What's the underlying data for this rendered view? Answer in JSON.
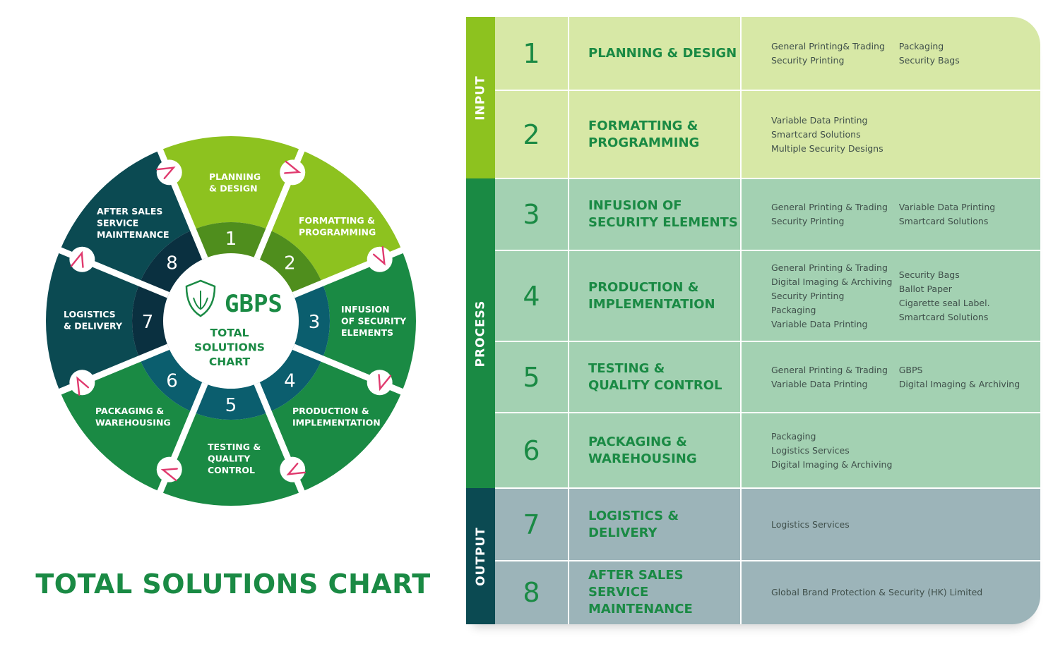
{
  "title": "TOTAL SOLUTIONS CHART",
  "wheel": {
    "logo": "GBPS",
    "center_lines": [
      "TOTAL",
      "SOLUTIONS",
      "CHART"
    ],
    "segments": [
      {
        "number": "1",
        "label": [
          "PLANNING",
          "& DESIGN"
        ]
      },
      {
        "number": "2",
        "label": [
          "FORMATTING &",
          "PROGRAMMING"
        ]
      },
      {
        "number": "3",
        "label": [
          "INFUSION",
          "OF SECURITY",
          "ELEMENTS"
        ]
      },
      {
        "number": "4",
        "label": [
          "PRODUCTION &",
          "IMPLEMENTATION"
        ]
      },
      {
        "number": "5",
        "label": [
          "TESTING &",
          "QUALITY",
          "CONTROL"
        ]
      },
      {
        "number": "6",
        "label": [
          "PACKAGING &",
          "WAREHOUSING"
        ]
      },
      {
        "number": "7",
        "label": [
          "LOGISTICS",
          "& DELIVERY"
        ]
      },
      {
        "number": "8",
        "label": [
          "AFTER SALES",
          "SERVICE",
          "MAINTENANCE"
        ]
      }
    ]
  },
  "groups": [
    {
      "label": "INPUT",
      "color": "#8dc21f"
    },
    {
      "label": "PROCESS",
      "color": "#1a8a44"
    },
    {
      "label": "OUTPUT",
      "color": "#0b4a52"
    }
  ],
  "rows": [
    {
      "number": "1",
      "name": [
        "PLANNING & DESIGN"
      ],
      "services": [
        [
          "General Printing& Trading",
          "Security Printing"
        ],
        [
          "Packaging",
          "Security Bags"
        ]
      ]
    },
    {
      "number": "2",
      "name": [
        "FORMATTING &",
        "PROGRAMMING"
      ],
      "services": [
        [
          "Variable Data Printing",
          "Smartcard Solutions",
          "Multiple Security Designs"
        ]
      ]
    },
    {
      "number": "3",
      "name": [
        "INFUSION OF",
        "SECURITY ELEMENTS"
      ],
      "services": [
        [
          "General Printing & Trading",
          "Security Printing"
        ],
        [
          "Variable Data Printing",
          "Smartcard Solutions"
        ]
      ]
    },
    {
      "number": "4",
      "name": [
        "PRODUCTION &",
        "IMPLEMENTATION"
      ],
      "services": [
        [
          "General Printing & Trading",
          "Digital Imaging & Archiving",
          "Security Printing",
          "Packaging",
          "Variable Data Printing"
        ],
        [
          "Security Bags",
          "Ballot Paper",
          "Cigarette seal Label.",
          "Smartcard Solutions"
        ]
      ]
    },
    {
      "number": "5",
      "name": [
        "TESTING &",
        "QUALITY CONTROL"
      ],
      "services": [
        [
          "General Printing & Trading",
          "Variable Data Printing"
        ],
        [
          "GBPS",
          "Digital Imaging & Archiving"
        ]
      ]
    },
    {
      "number": "6",
      "name": [
        "PACKAGING &",
        "WAREHOUSING"
      ],
      "services": [
        [
          "Packaging",
          "Logistics Services",
          "Digital Imaging & Archiving"
        ]
      ]
    },
    {
      "number": "7",
      "name": [
        "LOGISTICS &",
        "DELIVERY"
      ],
      "services": [
        [
          "Logistics Services"
        ]
      ]
    },
    {
      "number": "8",
      "name": [
        "AFTER SALES SERVICE",
        "MAINTENANCE"
      ],
      "services": [
        [
          "Global Brand Protection & Security  (HK) Limited"
        ]
      ]
    }
  ]
}
